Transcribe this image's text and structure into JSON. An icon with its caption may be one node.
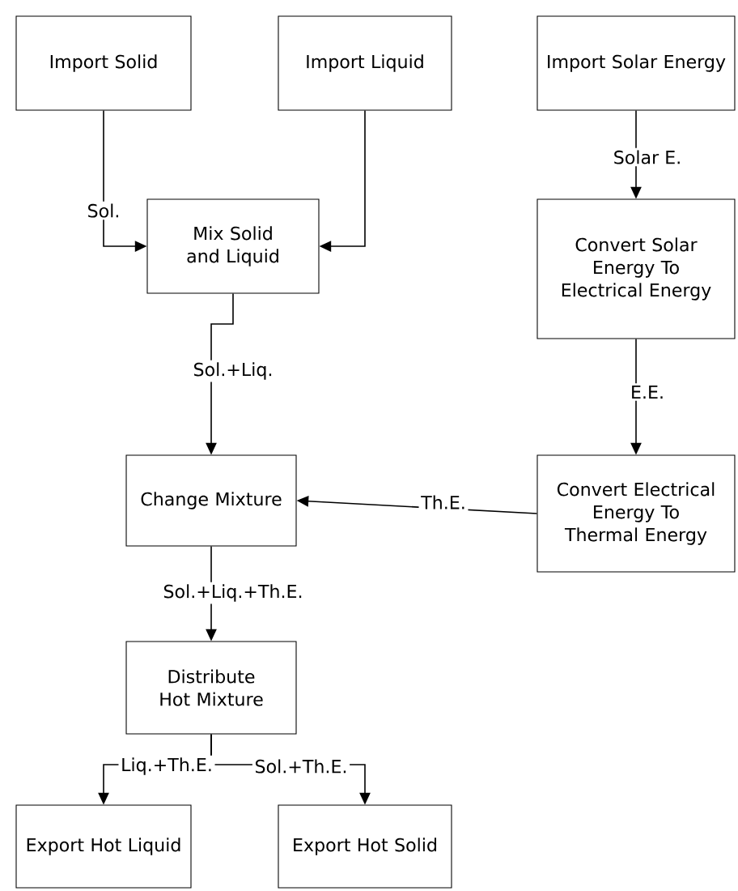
{
  "diagram": {
    "nodes": [
      {
        "text": [
          "Import Solid"
        ]
      },
      {
        "text": [
          "Import Liquid"
        ]
      },
      {
        "text": [
          "Import Solar Energy"
        ]
      },
      {
        "text": [
          "Mix Solid and Liquid"
        ]
      },
      {
        "text": [
          "Convert Solar Energy To Electrical Energy"
        ]
      },
      {
        "text": [
          "Change Mixture"
        ]
      },
      {
        "text": [
          "Convert Electrical Energy To Thermal Energy"
        ]
      },
      {
        "text": [
          "Distribute Hot Mixture"
        ]
      },
      {
        "text": [
          "Export Hot Liquid"
        ]
      },
      {
        "text": [
          "Export Hot Solid"
        ]
      }
    ],
    "edges": [
      {
        "from": 0,
        "to": 3,
        "arrow": "to",
        "label": "Sol."
      },
      {
        "from": 1,
        "to": 3,
        "arrow": "to"
      },
      {
        "from": 2,
        "to": 4,
        "arrow": "to",
        "label": "Solar E."
      },
      {
        "from": 4,
        "to": 6,
        "arrow": "to",
        "label": "E.E."
      },
      {
        "from": 3,
        "to": 5,
        "arrow": "to",
        "label": "Sol.+Liq."
      },
      {
        "from": 6,
        "to": 5,
        "arrow": "to",
        "label": "Th.E."
      },
      {
        "from": 5,
        "to": 7,
        "arrow": "to",
        "label": "Sol.+Liq.+Th.E."
      },
      {
        "from": 7,
        "to": 8,
        "arrow": "to",
        "label": "Liq.+Th.E."
      },
      {
        "from": 7,
        "to": 9,
        "arrow": "to",
        "label": "Sol.+Th.E."
      }
    ]
  }
}
